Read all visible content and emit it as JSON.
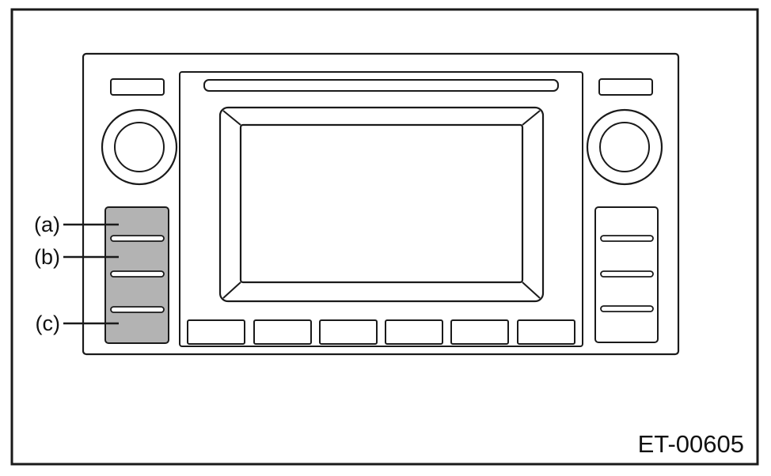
{
  "figure_code": "ET-00605",
  "callouts": [
    {
      "id": "a",
      "label": "(a)"
    },
    {
      "id": "b",
      "label": "(b)"
    },
    {
      "id": "c",
      "label": "(c)"
    }
  ],
  "colors": {
    "line": "#1a1a1a",
    "highlight": "#b3b3b3",
    "background": "#ffffff"
  },
  "icons": {
    "left_knob": "rotary-knob-icon",
    "right_knob": "rotary-knob-icon"
  }
}
